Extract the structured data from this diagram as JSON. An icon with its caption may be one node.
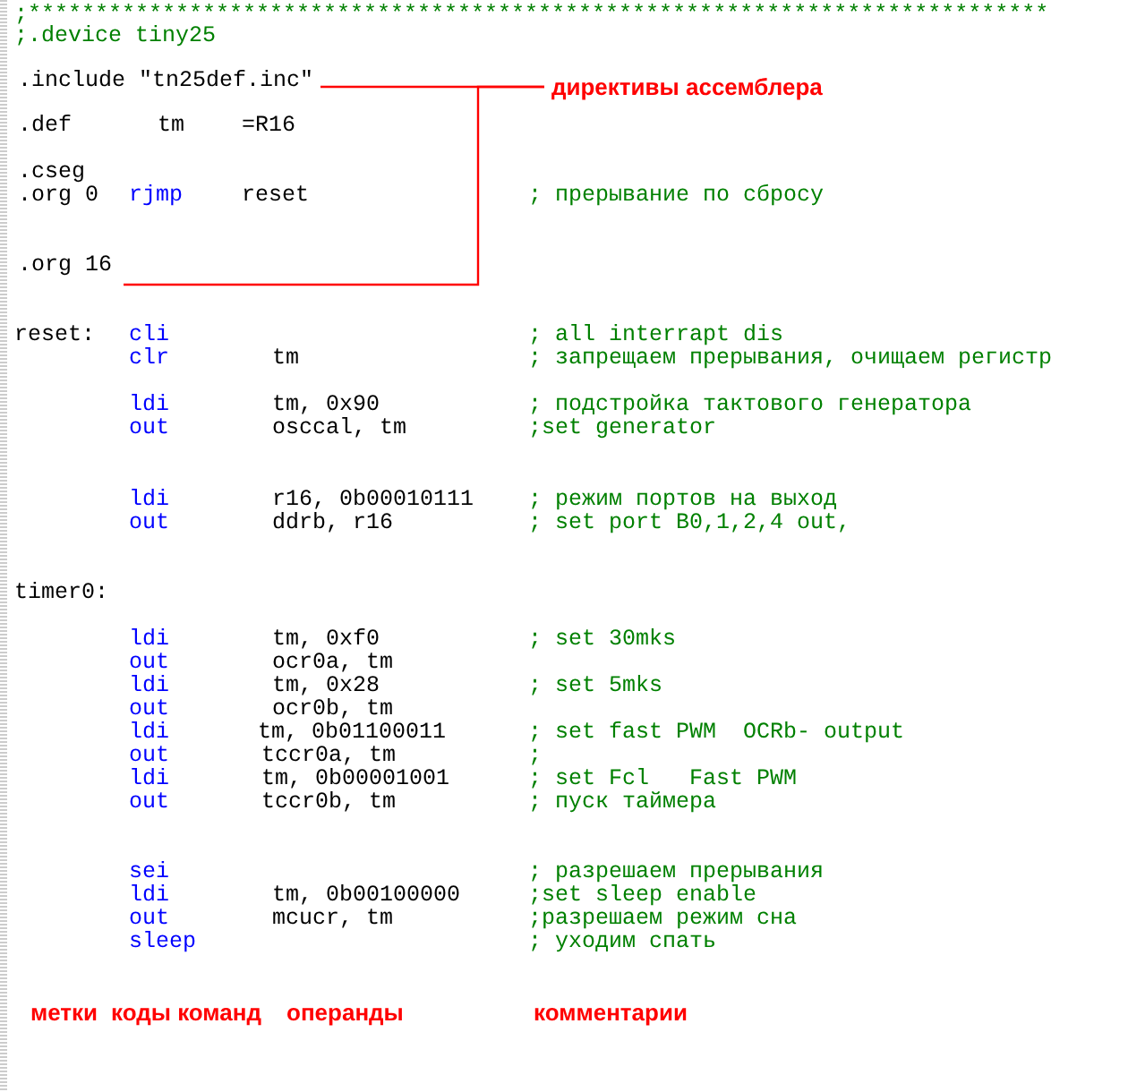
{
  "diagram": {
    "nodes": [
      {
        "text": [
          "директивы ассемблера"
        ]
      },
      {
        "text": [
          ".include \"tn25def.inc\""
        ]
      },
      {
        "text": [
          ".org 16"
        ]
      }
    ],
    "edges": [
      {
        "from": 0,
        "to": 1,
        "arrow": "none"
      },
      {
        "from": 0,
        "to": 2,
        "arrow": "none"
      }
    ],
    "labels": [
      ";****************************************************************************",
      ";.device tiny25",
      ".def",
      "tm",
      "=R16",
      ".cseg",
      ".org 0",
      "rjmp",
      "reset",
      "; прерывание по сбросу",
      "reset:",
      "cli",
      "; all interrapt dis",
      "clr",
      "tm",
      "; запрещаем прерывания, очищаем регистр",
      "ldi",
      "tm, 0x90",
      "; подстройка тактового генератора",
      "out",
      "osccal, tm",
      ";set generator",
      "ldi",
      "r16, 0b00010111",
      "; режим портов на выход",
      "out",
      "ddrb, r16",
      "; set port B0,1,2,4 out,",
      "timer0:",
      "ldi",
      "tm, 0xf0",
      "; set 30mks",
      "out",
      "ocr0a, tm",
      "ldi",
      "tm, 0x28",
      "; set 5mks",
      "out",
      "ocr0b, tm",
      "ldi",
      "tm, 0b01100011",
      "; set fast PWM  OCRb- output",
      "out",
      "tccr0a, tm",
      ";",
      "ldi",
      "tm, 0b00001001",
      "; set Fcl   Fast PWM",
      "out",
      "tccr0b, tm",
      "; пуск таймера",
      "sei",
      "; разрешаем прерывания",
      "ldi",
      "tm, 0b00100000",
      ";set sleep enable",
      "out",
      "mcucr, tm",
      ";разрешаем режим сна",
      "sleep",
      "; уходим спать",
      "метки",
      "коды команд",
      "операнды",
      "комментарии"
    ]
  }
}
